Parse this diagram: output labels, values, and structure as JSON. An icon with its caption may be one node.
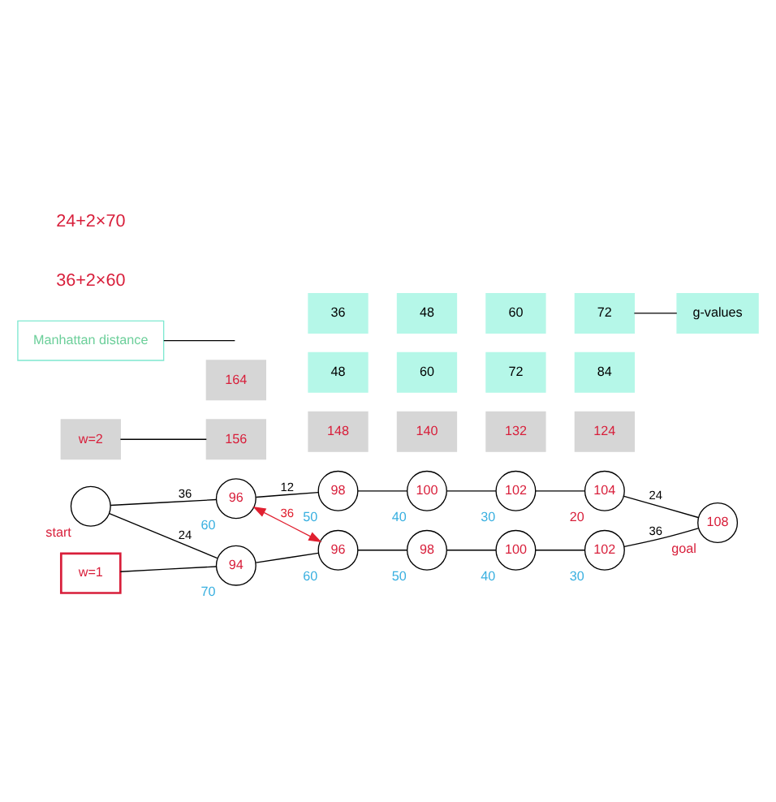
{
  "diagram": {
    "nodes": [
      {
        "text": [],
        "shape": "circle",
        "beside": [
          "start"
        ]
      },
      {
        "text": [
          "96"
        ],
        "beside": [
          "60"
        ]
      },
      {
        "text": [
          "98"
        ],
        "beside": [
          "50"
        ]
      },
      {
        "text": [
          "100"
        ],
        "beside": [
          "40"
        ]
      },
      {
        "text": [
          "102"
        ],
        "beside": [
          "30"
        ]
      },
      {
        "text": [
          "104"
        ],
        "beside": [
          "20"
        ]
      },
      {
        "text": [
          "108"
        ],
        "beside": [
          "goal"
        ]
      },
      {
        "text": [
          "94"
        ],
        "beside": [
          "70"
        ]
      },
      {
        "text": [
          "96"
        ],
        "beside": [
          "60"
        ]
      },
      {
        "text": [
          "98"
        ],
        "beside": [
          "50"
        ]
      },
      {
        "text": [
          "100"
        ],
        "beside": [
          "40"
        ]
      },
      {
        "text": [
          "102"
        ],
        "beside": [
          "30"
        ]
      },
      {
        "text": [
          "156"
        ]
      },
      {
        "text": [
          "148"
        ]
      },
      {
        "text": [
          "140"
        ]
      },
      {
        "text": [
          "132"
        ]
      },
      {
        "text": [
          "124"
        ]
      },
      {
        "text": [
          "48"
        ]
      },
      {
        "text": [
          "60"
        ]
      },
      {
        "text": [
          "72"
        ]
      },
      {
        "text": [
          "84"
        ]
      },
      {
        "text": [
          "164"
        ]
      },
      {
        "text": [
          "36"
        ]
      },
      {
        "text": [
          "48"
        ]
      },
      {
        "text": [
          "60"
        ]
      },
      {
        "text": [
          "72"
        ]
      },
      {
        "text": [
          "w=2"
        ]
      },
      {
        "text": [
          "Manhattan distance"
        ]
      },
      {
        "text": [
          "w=1"
        ]
      },
      {
        "text": [
          "g-values"
        ]
      }
    ],
    "edges": [
      {
        "from": 0,
        "to": 1,
        "arrow": "none",
        "label": "36"
      },
      {
        "from": 1,
        "to": 2,
        "arrow": "none",
        "label": "12"
      },
      {
        "from": 2,
        "to": 3,
        "arrow": "none"
      },
      {
        "from": 3,
        "to": 4,
        "arrow": "none"
      },
      {
        "from": 4,
        "to": 5,
        "arrow": "none"
      },
      {
        "from": 5,
        "to": 6,
        "arrow": "none",
        "label": "24"
      },
      {
        "from": 0,
        "to": 7,
        "arrow": "none",
        "label": "24"
      },
      {
        "from": 7,
        "to": 8,
        "arrow": "none"
      },
      {
        "from": 8,
        "to": 9,
        "arrow": "none"
      },
      {
        "from": 9,
        "to": 10,
        "arrow": "none"
      },
      {
        "from": 10,
        "to": 11,
        "arrow": "none"
      },
      {
        "from": 11,
        "to": 6,
        "arrow": "none",
        "label": "36"
      },
      {
        "from": 1,
        "to": 8,
        "arrow": "both",
        "label": "36",
        "color": "#e02030"
      },
      {
        "from": 26,
        "to": 12,
        "arrow": "none"
      },
      {
        "from": 27,
        "to": null,
        "arrow": "none"
      },
      {
        "from": 28,
        "to": 7,
        "arrow": "none"
      },
      {
        "from": 29,
        "to": 25,
        "arrow": "none"
      }
    ],
    "labels": [
      "36+2×60",
      "24+2×70"
    ]
  }
}
